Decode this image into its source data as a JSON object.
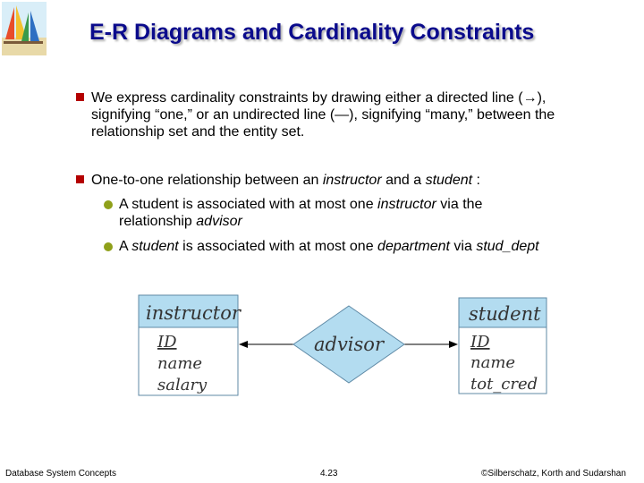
{
  "slide": {
    "title": "E-R Diagrams and Cardinality Constraints",
    "bullet1": {
      "text": "We express cardinality constraints by drawing either a directed line (→), signifying “one,” or an undirected line (—), signifying “many,” between the relationship set and the entity set."
    },
    "bullet2": {
      "lead": "One-to-one relationship between an ",
      "e1": "instructor",
      "mid": " and a ",
      "e2": "student",
      "tail": " :"
    },
    "sub1": {
      "a": "A student is associated with at most one ",
      "b": "instructor",
      "c": " via the relationship ",
      "d": "advisor"
    },
    "sub2": {
      "a": "A ",
      "b": "student",
      "c": " is associated with at most one ",
      "d": "department",
      "e": " via ",
      "f": "stud_dept"
    }
  },
  "diagram": {
    "left_entity": {
      "name": "instructor",
      "attrs": [
        "ID",
        "name",
        "salary"
      ]
    },
    "relationship": "advisor",
    "right_entity": {
      "name": "student",
      "attrs": [
        "ID",
        "name",
        "tot_cred"
      ]
    },
    "colors": {
      "entity_header": "#b3dcf0",
      "relationship_fill": "#b3dcf0",
      "border": "#5f8aa6",
      "title": "#0b0b8c",
      "bullet_square": "#b40000",
      "bullet_dot": "#8fa01a"
    }
  },
  "footer": {
    "left": "Database System Concepts",
    "center": "4.23",
    "right": "©Silberschatz, Korth and Sudarshan"
  }
}
